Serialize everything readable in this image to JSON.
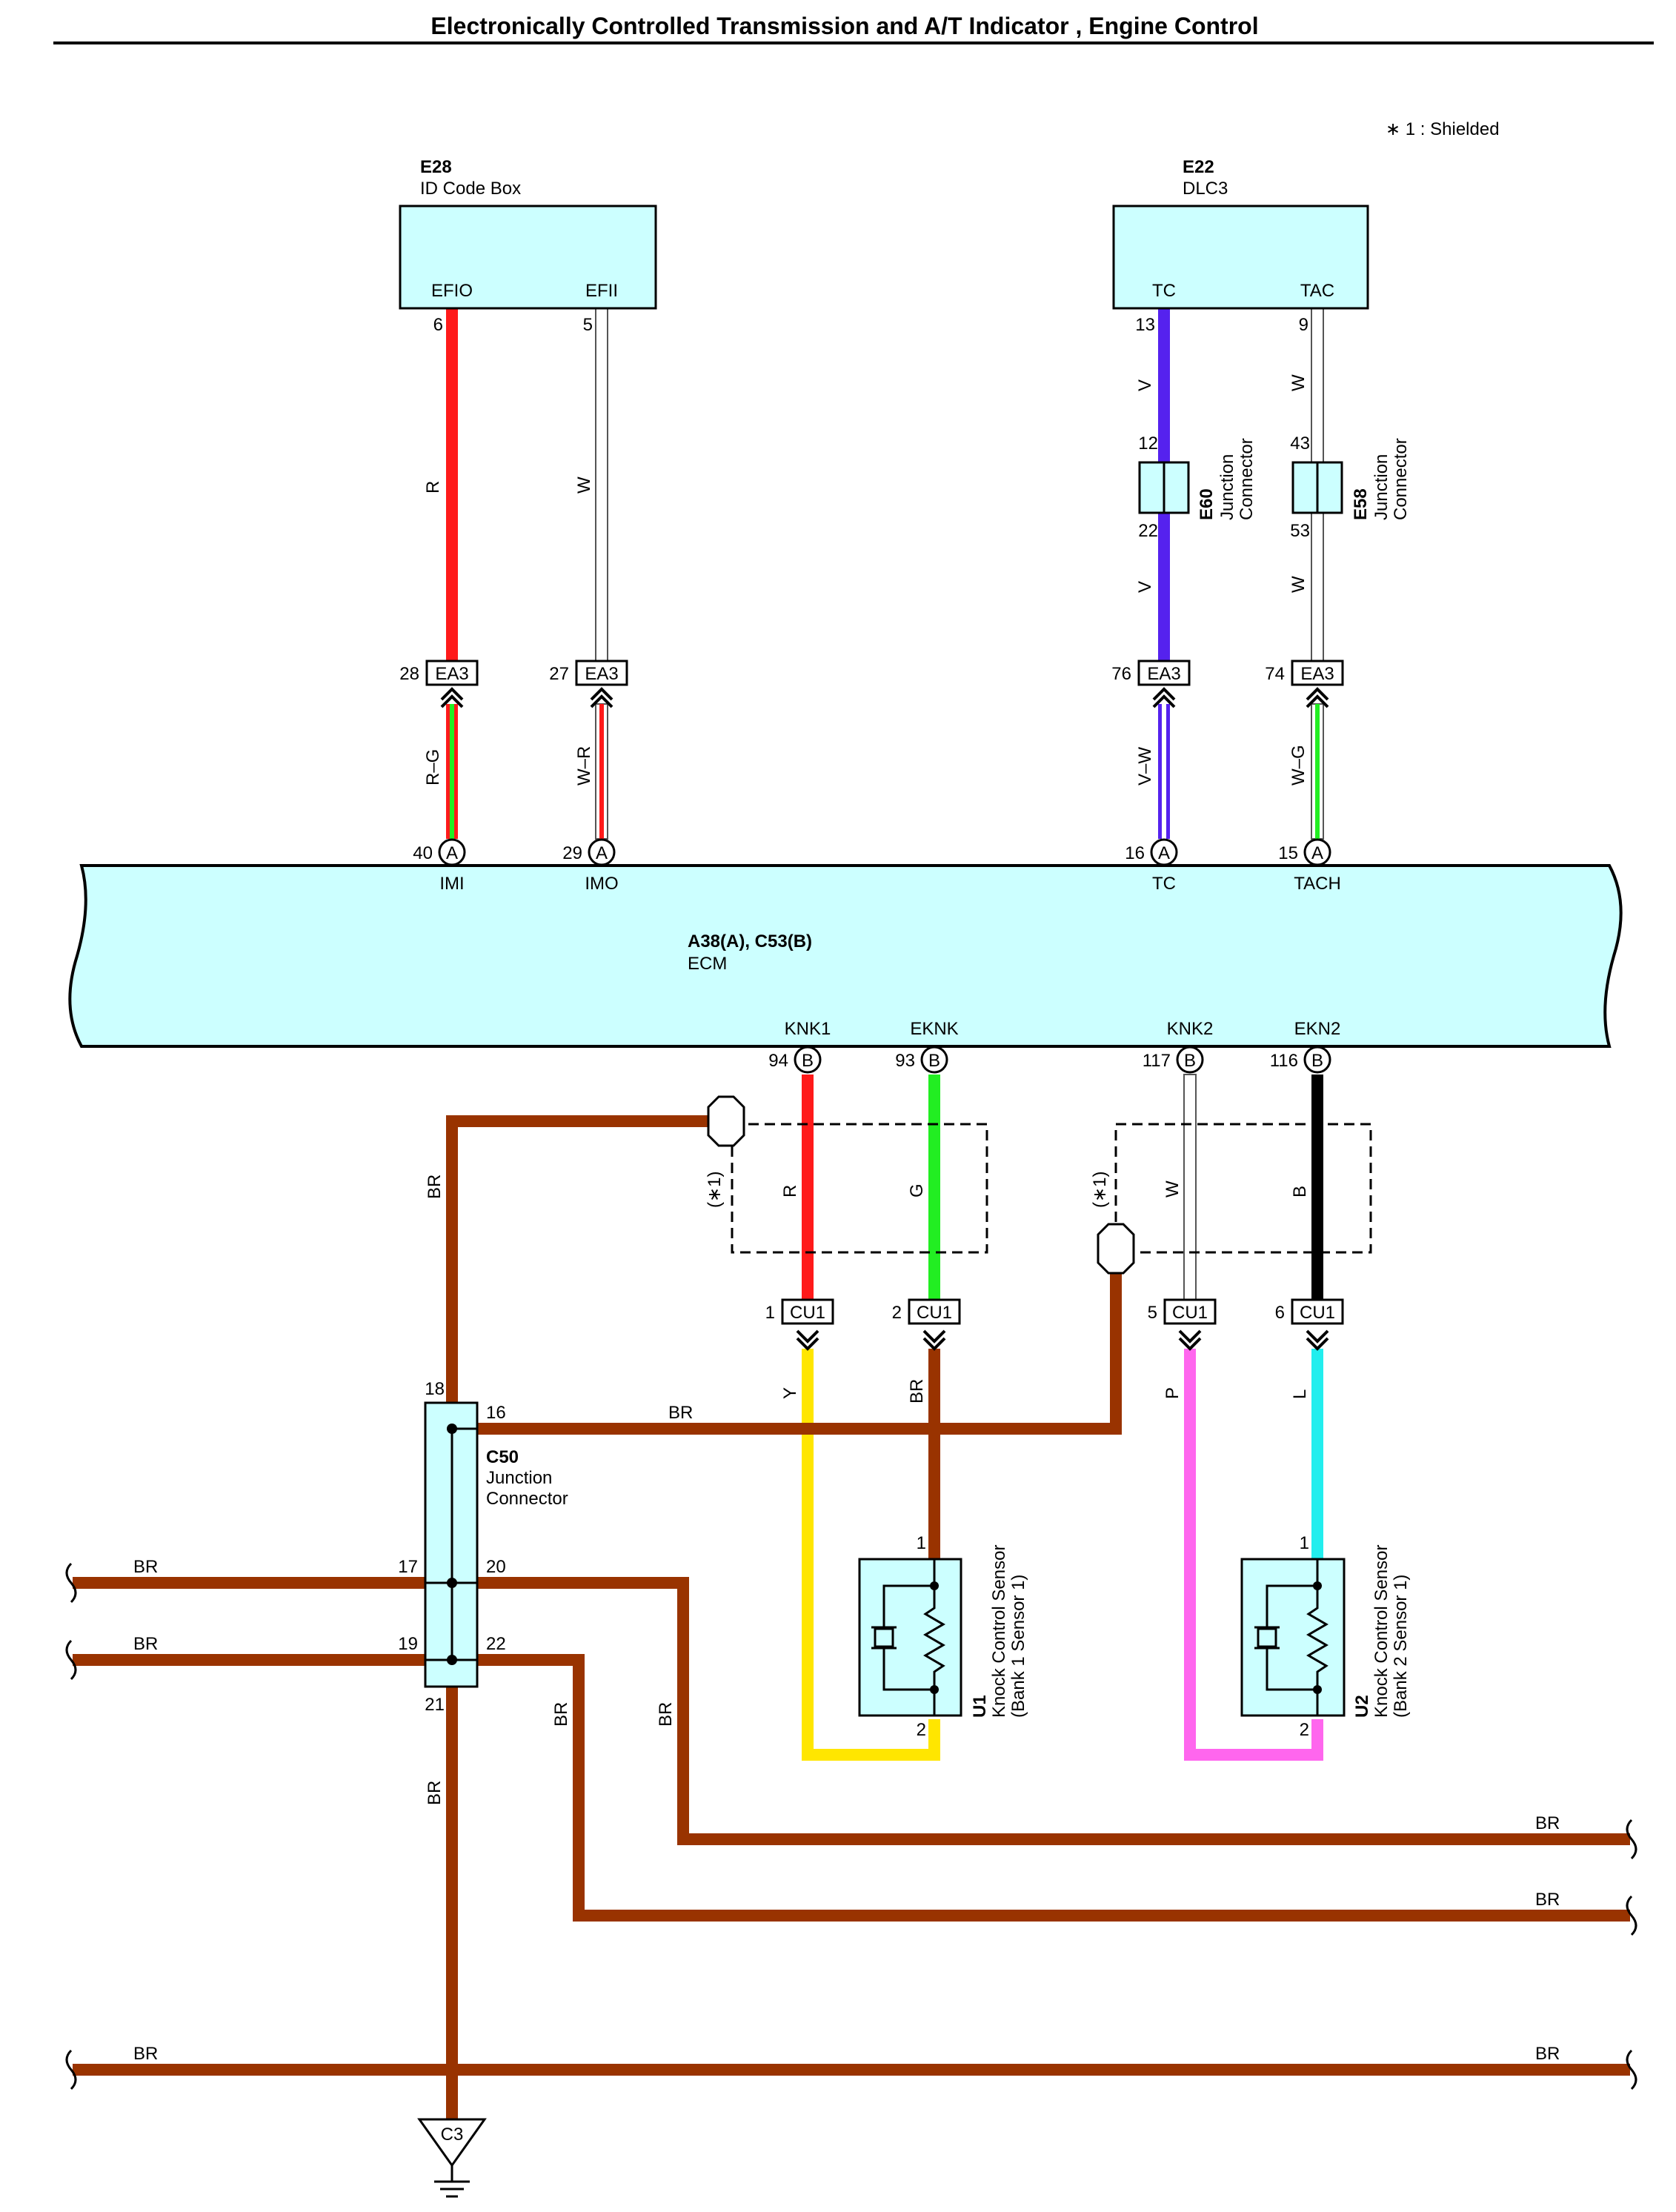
{
  "title": "Electronically Controlled Transmission and A/T Indicator , Engine Control",
  "note": "∗ 1 : Shielded",
  "colors": {
    "R": "#ff1a1a",
    "W": "#ffffff",
    "V": "#5522ee",
    "G": "#22ee22",
    "B": "#000000",
    "Y": "#ffe600",
    "P": "#ff66ee",
    "L": "#22eeee",
    "BR": "#993300",
    "box": "#ccffff"
  },
  "components": {
    "e28": {
      "code": "E28",
      "name": "ID Code Box",
      "pins": [
        "EFIO",
        "EFII"
      ],
      "pin_numbers": [
        "6",
        "5"
      ]
    },
    "e22": {
      "code": "E22",
      "name": "DLC3",
      "pins": [
        "TC",
        "TAC"
      ],
      "pin_numbers": [
        "13",
        "9"
      ]
    },
    "e60": {
      "code": "E60",
      "name": "Junction Connector",
      "pin_in": "12",
      "pin_out": "22"
    },
    "e58": {
      "code": "E58",
      "name": "Junction Connector",
      "pin_in": "43",
      "pin_out": "53"
    },
    "ecm": {
      "code": "A38(A), C53(B)",
      "name": "ECM",
      "top_pins": [
        {
          "name": "IMI",
          "num": "40",
          "conn": "A"
        },
        {
          "name": "IMO",
          "num": "29",
          "conn": "A"
        },
        {
          "name": "TC",
          "num": "16",
          "conn": "A"
        },
        {
          "name": "TACH",
          "num": "15",
          "conn": "A"
        }
      ],
      "bottom_pins": [
        {
          "name": "KNK1",
          "num": "94",
          "conn": "B"
        },
        {
          "name": "EKNK",
          "num": "93",
          "conn": "B"
        },
        {
          "name": "KNK2",
          "num": "117",
          "conn": "B"
        },
        {
          "name": "EKN2",
          "num": "116",
          "conn": "B"
        }
      ]
    },
    "c50": {
      "code": "C50",
      "name1": "Junction",
      "name2": "Connector",
      "pins": [
        "18",
        "16",
        "17",
        "20",
        "19",
        "22",
        "21"
      ]
    },
    "u1": {
      "code": "U1",
      "name1": "Knock Control Sensor",
      "name2": "(Bank 1 Sensor 1)",
      "pins": [
        "1",
        "2"
      ]
    },
    "u2": {
      "code": "U2",
      "name1": "Knock Control Sensor",
      "name2": "(Bank 2 Sensor 1)",
      "pins": [
        "1",
        "2"
      ]
    },
    "c3": {
      "code": "C3"
    }
  },
  "connectors": {
    "ea3": {
      "name": "EA3",
      "pins": [
        "28",
        "27",
        "76",
        "74"
      ]
    },
    "cu1": {
      "name": "CU1",
      "pins": [
        "1",
        "2",
        "5",
        "6"
      ]
    }
  },
  "wires": {
    "efio": "R",
    "efii": "W",
    "tc_a": "V",
    "tc_b": "V",
    "tac_a": "W",
    "tac_b": "W",
    "imi": "R–G",
    "imo": "W–R",
    "ecm_tc": "V–W",
    "tach": "W–G",
    "knk1": "R",
    "eknk": "G",
    "knk2": "W",
    "ekn2": "B",
    "u1_sig": "Y",
    "u1_gnd": "BR",
    "u2_sig": "P",
    "u2_gnd": "L",
    "br": "BR"
  },
  "shield": "(∗1)"
}
